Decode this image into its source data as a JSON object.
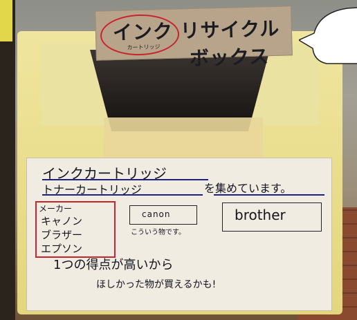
{
  "top_sign": {
    "title": "インク リサイクル",
    "title_2": "ボックス",
    "sub": "カートリッジ"
  },
  "front_sign": {
    "line1": "インクカートリッジ",
    "line2": "トナーカートリッジ",
    "line2_tail": "を集めています。",
    "maker_heading": "メーカー",
    "makers": [
      "キャノン",
      "ブラザー",
      "エプソン"
    ],
    "canon_label": "canon",
    "brother_label": "brother",
    "note": "こういう物です。",
    "line3": "1つの得点が高いから",
    "line4": "ほしかった物が買えるかも!"
  },
  "colors": {
    "yellow": "#e4d67c",
    "cardboard": "#b8a48a",
    "marker_red": "#c8242b",
    "marker_blue": "#1d1f88"
  }
}
